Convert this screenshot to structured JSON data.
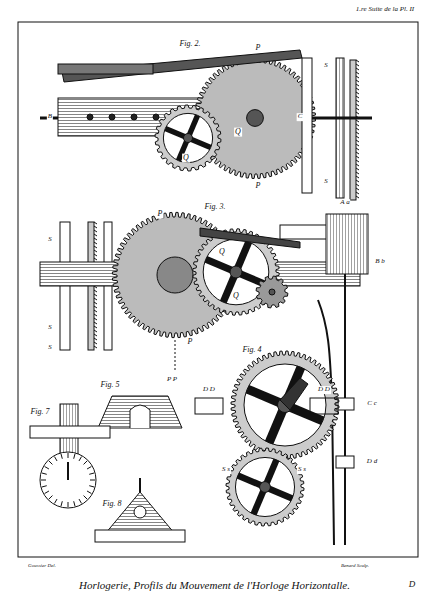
{
  "diagram": {
    "caption": "Horlogerie, Profils du Mouvement de l'Horloge Horizontalle.",
    "labels": [
      "1.re Suite de la Pl. II",
      "Fig. 2.",
      "P",
      "B",
      "Q",
      "Q",
      "C",
      "P",
      "S",
      "S",
      "Fig. 3.",
      "P",
      "A a",
      "Q",
      "S",
      "B b",
      "Q",
      "S",
      "P",
      "P P",
      "S",
      "Fig. 4",
      "C c",
      "D D",
      "D D",
      "Fig. 5",
      "Fig. 7",
      "D d",
      "S s",
      "S s",
      "Fig. 8",
      "Goussier Del.",
      "Benard Sculp.",
      "D"
    ]
  }
}
